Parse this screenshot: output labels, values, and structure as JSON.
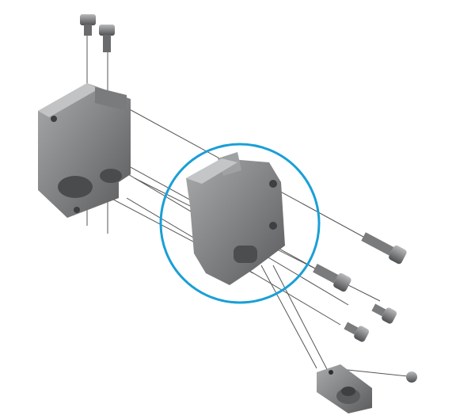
{
  "diagram": {
    "type": "exploded-assembly-drawing",
    "colors": {
      "background": "#ffffff",
      "highlight_circle": "#1a9fd6",
      "part_dark": "#5f6062",
      "part_mid": "#8a8b8d",
      "part_light": "#b4b5b7",
      "assembly_line": "#555555"
    },
    "parts": [
      "mounting-bracket",
      "sensor-module",
      "cap-screw",
      "cap-screw",
      "cap-screw",
      "cap-screw",
      "cap-screw",
      "cap-screw",
      "small-screw",
      "mounting-clip"
    ]
  }
}
